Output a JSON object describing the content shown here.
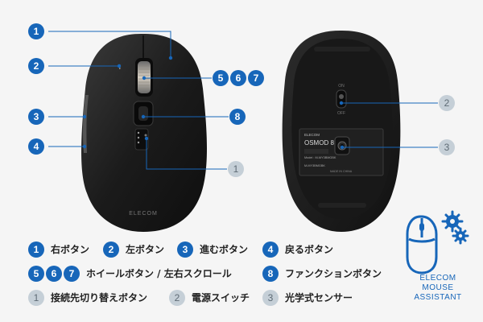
{
  "colors": {
    "accent": "#1766b9",
    "secondary": "#c5cfd7",
    "mouse_body": "#1c1c1c",
    "background": "#f5f5f5"
  },
  "top_view": {
    "callouts": [
      {
        "number": "1",
        "style": "blue"
      },
      {
        "number": "2",
        "style": "blue"
      },
      {
        "number": "3",
        "style": "blue"
      },
      {
        "number": "4",
        "style": "blue"
      },
      {
        "number": "5",
        "style": "blue"
      },
      {
        "number": "6",
        "style": "blue"
      },
      {
        "number": "7",
        "style": "blue"
      },
      {
        "number": "8",
        "style": "blue"
      },
      {
        "number": "1",
        "style": "gray"
      }
    ],
    "logo_text": "ELECOM"
  },
  "bottom_view": {
    "callouts": [
      {
        "number": "2",
        "style": "gray"
      },
      {
        "number": "3",
        "style": "gray"
      }
    ],
    "switch_on": "ON",
    "switch_off": "OFF",
    "label_brand": "ELECOM",
    "label_model_name": "OSMOD 8",
    "label_model_line": "Model : M-MY3BMGBK",
    "label_code": "M-MY3BMGBK",
    "label_made": "MADE IN CHINA"
  },
  "legend": [
    {
      "items": [
        {
          "num": "1",
          "style": "blue"
        }
      ],
      "text": "右ボタン"
    },
    {
      "items": [
        {
          "num": "2",
          "style": "blue"
        }
      ],
      "text": "左ボタン"
    },
    {
      "items": [
        {
          "num": "3",
          "style": "blue"
        }
      ],
      "text": "進むボタン"
    },
    {
      "items": [
        {
          "num": "4",
          "style": "blue"
        }
      ],
      "text": "戻るボタン"
    },
    {
      "items": [
        {
          "num": "5",
          "style": "blue"
        },
        {
          "num": "6",
          "style": "blue"
        },
        {
          "num": "7",
          "style": "blue"
        }
      ],
      "text": "ホイールボタン / 左右スクロール"
    },
    {
      "items": [
        {
          "num": "8",
          "style": "blue"
        }
      ],
      "text": "ファンクションボタン"
    },
    {
      "items": [
        {
          "num": "1",
          "style": "gray"
        }
      ],
      "text": "接続先切り替えボタン"
    },
    {
      "items": [
        {
          "num": "2",
          "style": "gray"
        }
      ],
      "text": "電源スイッチ"
    },
    {
      "items": [
        {
          "num": "3",
          "style": "gray"
        }
      ],
      "text": "光学式センサー"
    }
  ],
  "app": {
    "icon": "mouse-gear-icon",
    "name_lines": [
      "ELECOM",
      "MOUSE",
      "ASSISTANT"
    ]
  }
}
